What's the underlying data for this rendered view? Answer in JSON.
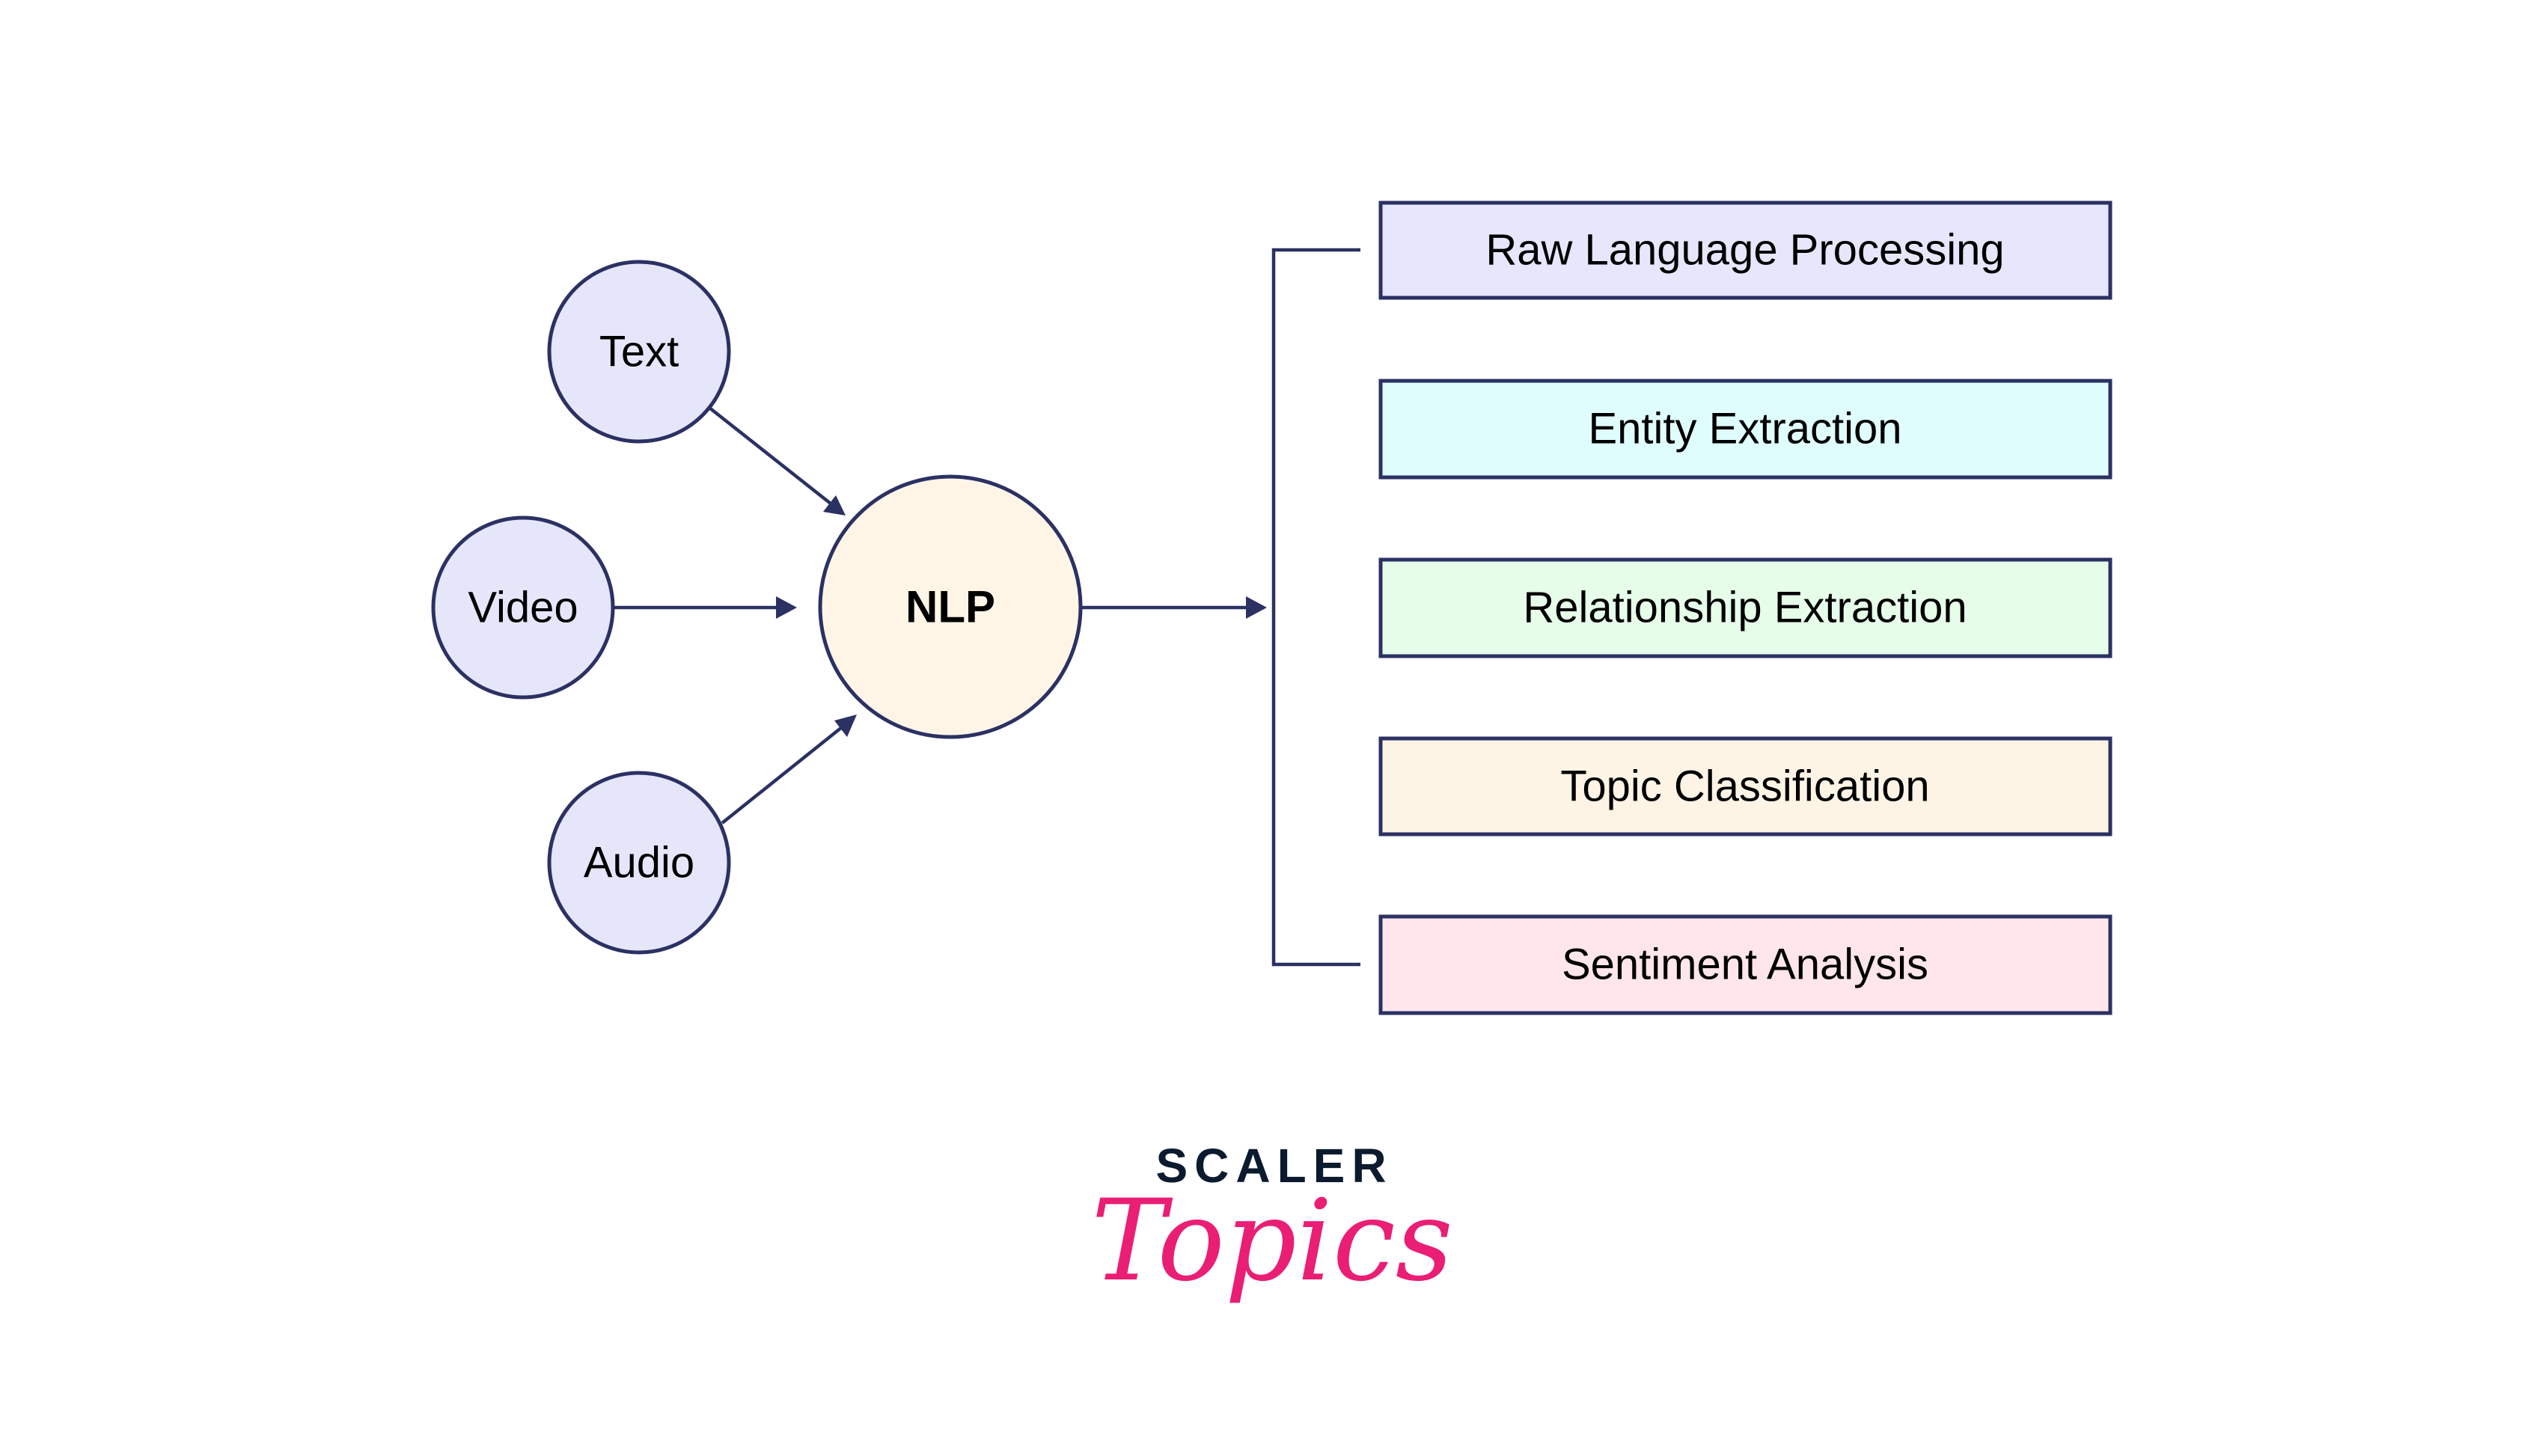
{
  "diagram": {
    "title": "NLP inputs and tasks",
    "stroke_color": "#2b3163",
    "inputs": [
      {
        "label": "Text",
        "fill": "#e6e6fb"
      },
      {
        "label": "Video",
        "fill": "#e6e6fb"
      },
      {
        "label": "Audio",
        "fill": "#e6e6fb"
      }
    ],
    "center": {
      "label": "NLP",
      "fill": "#fef5e7"
    },
    "outputs": [
      {
        "label": "Raw Language Processing",
        "fill": "#e6e6fc"
      },
      {
        "label": "Entity Extraction",
        "fill": "#e0fdfd"
      },
      {
        "label": "Relationship Extraction",
        "fill": "#e6fde9"
      },
      {
        "label": "Topic Classification",
        "fill": "#fef4e6"
      },
      {
        "label": "Sentiment Analysis",
        "fill": "#fee6ea"
      }
    ],
    "edges": [
      {
        "from": "Text",
        "to": "NLP"
      },
      {
        "from": "Video",
        "to": "NLP"
      },
      {
        "from": "Audio",
        "to": "NLP"
      },
      {
        "from": "NLP",
        "to": "outputs"
      }
    ]
  },
  "logo": {
    "line1": "SCALER",
    "line2": "Topics",
    "line1_color": "#0b1a2e",
    "line2_color": "#e91e74"
  }
}
